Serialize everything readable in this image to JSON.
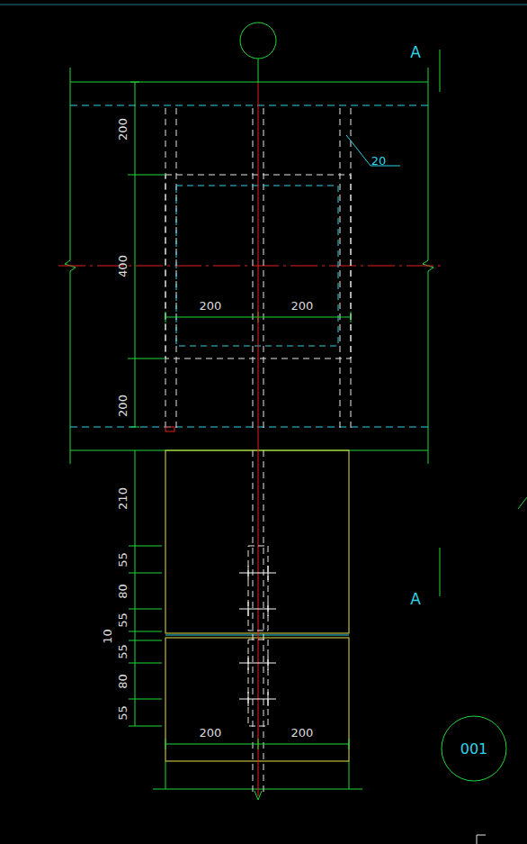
{
  "diagram": {
    "nodes": [
      {
        "text": [
          "001"
        ]
      }
    ],
    "labels": [
      "A",
      "200",
      "20",
      "400",
      "200",
      "200",
      "200",
      "210",
      "55",
      "80",
      "55",
      "10",
      "55",
      "80",
      "55",
      "200",
      "200",
      "A"
    ]
  }
}
